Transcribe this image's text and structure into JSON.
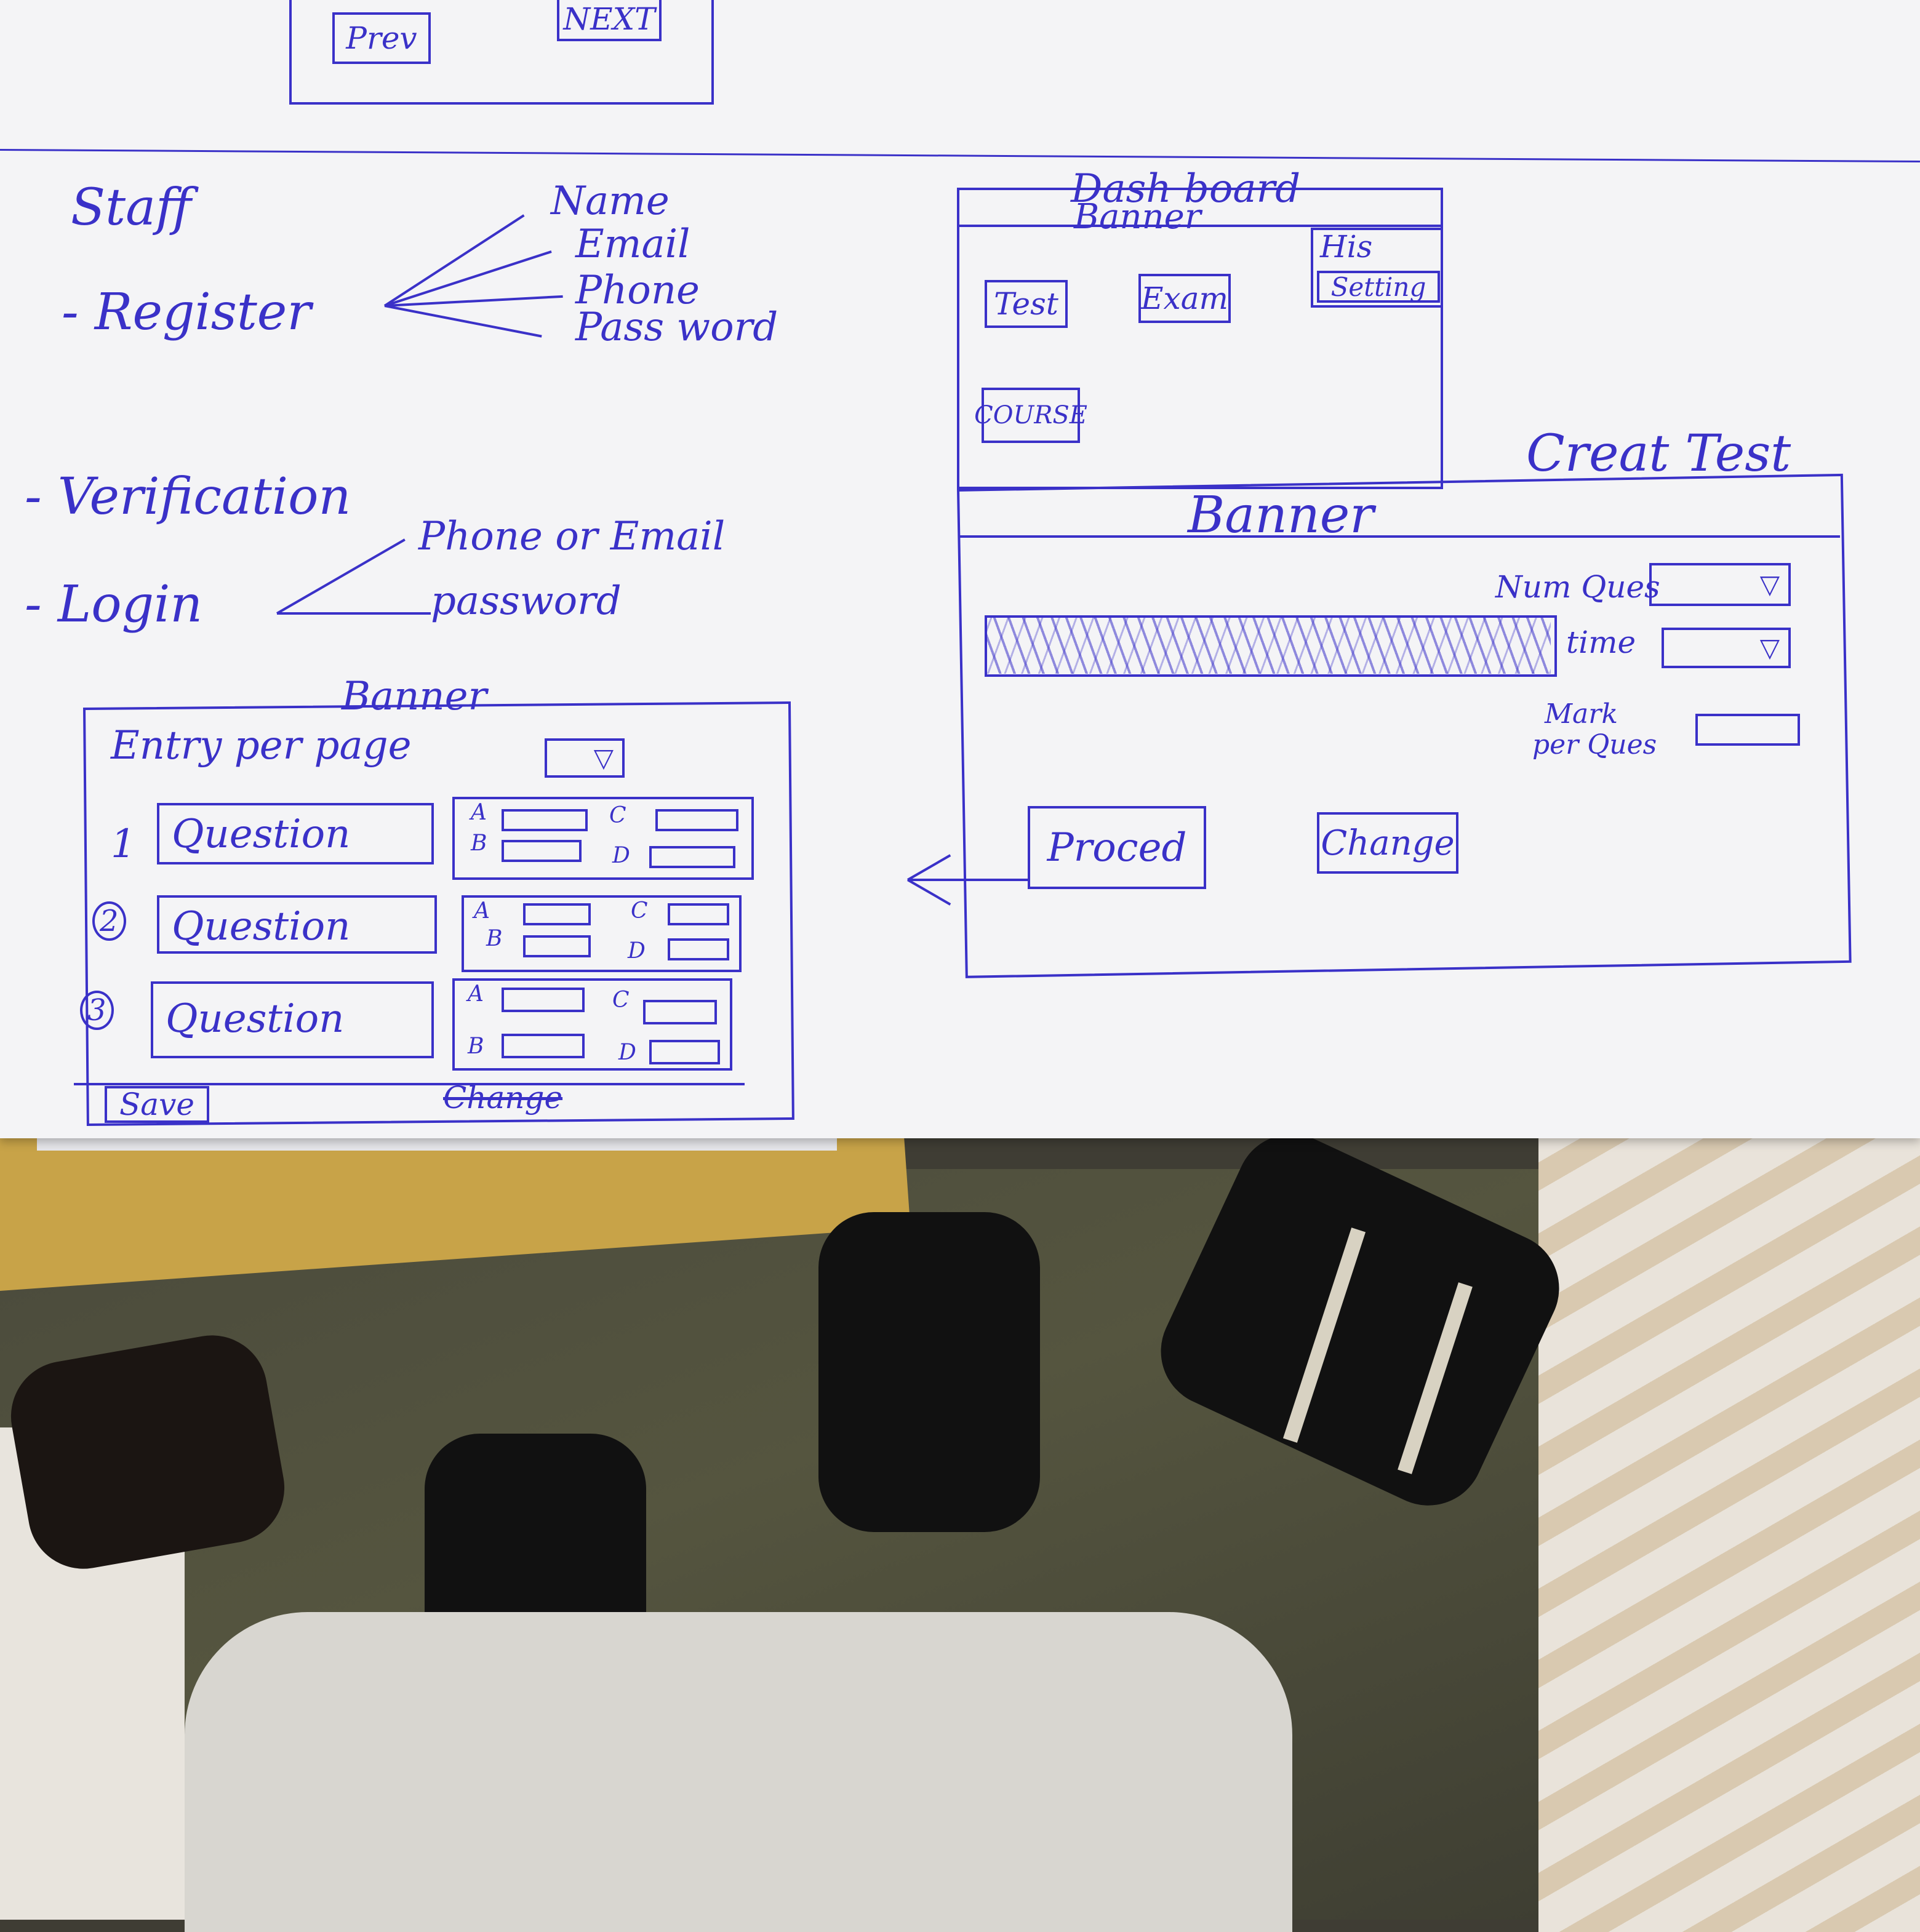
{
  "top_nav": {
    "prev_label": "Prev",
    "next_label": "NEXT"
  },
  "staff": {
    "heading": "Staff",
    "register_label": "- Register",
    "register_fields": [
      "Name",
      "Email",
      "Phone",
      "Pass word"
    ],
    "verification_label": "- Verification",
    "login_label": "- Login",
    "login_fields": [
      "Phone or Email",
      "password"
    ]
  },
  "dashboard": {
    "title": "Dash board",
    "banner": "Banner",
    "history_label": "His",
    "settings_label": "Setting",
    "test_label": "Test",
    "exam_label": "Exam",
    "course_label": "COURSE"
  },
  "create_test": {
    "title": "Creat Test",
    "banner": "Banner",
    "num_questions_label": "Num Ques",
    "time_label": "time",
    "mark_label_line1": "Mark",
    "mark_label_line2": "per Ques",
    "proceed_label": "Proced",
    "change_label": "Change"
  },
  "questions_page": {
    "banner": "Banner",
    "entry_per_page_label": "Entry per page",
    "questions": [
      {
        "number": "1",
        "label": "Question"
      },
      {
        "number": "2",
        "label": "Question"
      },
      {
        "number": "3",
        "label": "Question"
      }
    ],
    "option_labels": [
      "A",
      "B",
      "C",
      "D"
    ],
    "save_label": "Save",
    "change_label": "Change"
  },
  "colors": {
    "ink": "#3a31c8",
    "paper": "#f4f4f6"
  }
}
